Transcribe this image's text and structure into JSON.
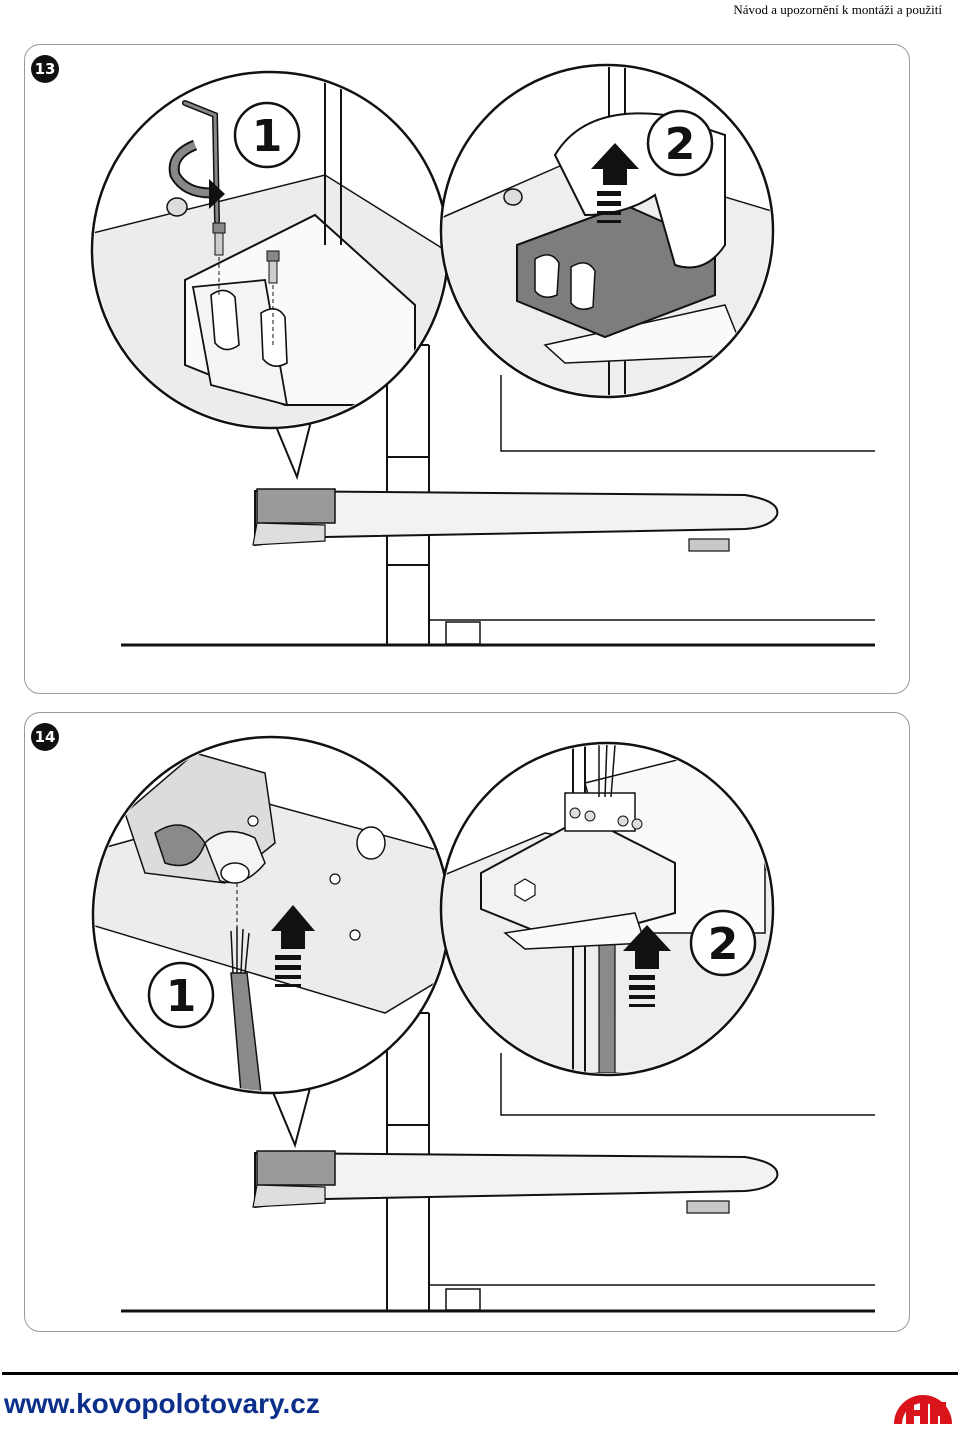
{
  "header": {
    "title": "Návod a upozornění k montáži a použití"
  },
  "figures": [
    {
      "step": "13",
      "callouts": [
        "1",
        "2"
      ]
    },
    {
      "step": "14",
      "callouts": [
        "1",
        "2"
      ]
    }
  ],
  "footer": {
    "url": "www.kovopolotovary.cz",
    "logo": "kovomat-hh-logo"
  },
  "colors": {
    "logo_red": "#d9141b",
    "url_blue": "#0b2f8a",
    "panel_border": "#9a9a9a"
  }
}
